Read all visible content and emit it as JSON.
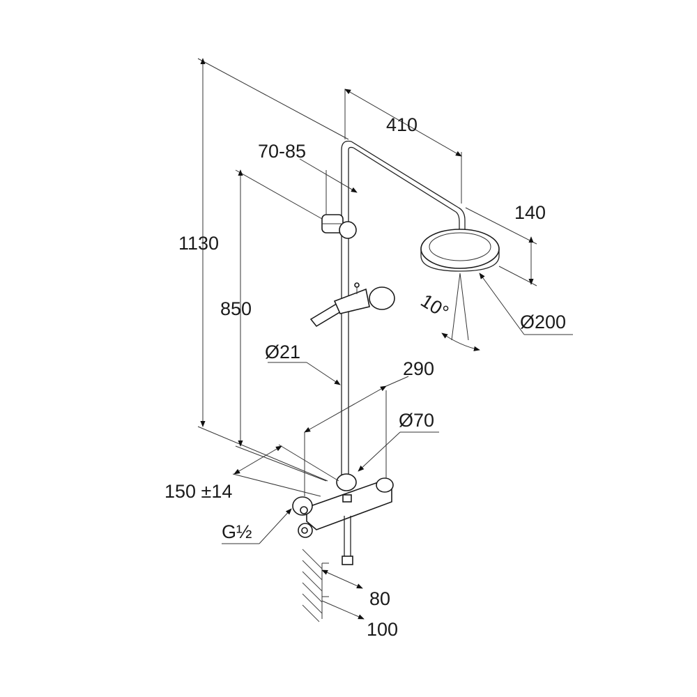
{
  "dimensions": {
    "total_height": "1130",
    "slider_height": "850",
    "arm_length": "410",
    "slider_range": "70-85",
    "head_height": "140",
    "head_diameter": "Ø200",
    "spray_angle": "10°",
    "rail_diameter": "Ø21",
    "mixer_width": "290",
    "mixer_diameter": "Ø70",
    "inlet_spacing": "150 ±14",
    "thread": "G½",
    "wall_offset_80": "80",
    "wall_offset_100": "100"
  },
  "colors": {
    "line": "#222222",
    "background": "#ffffff"
  }
}
